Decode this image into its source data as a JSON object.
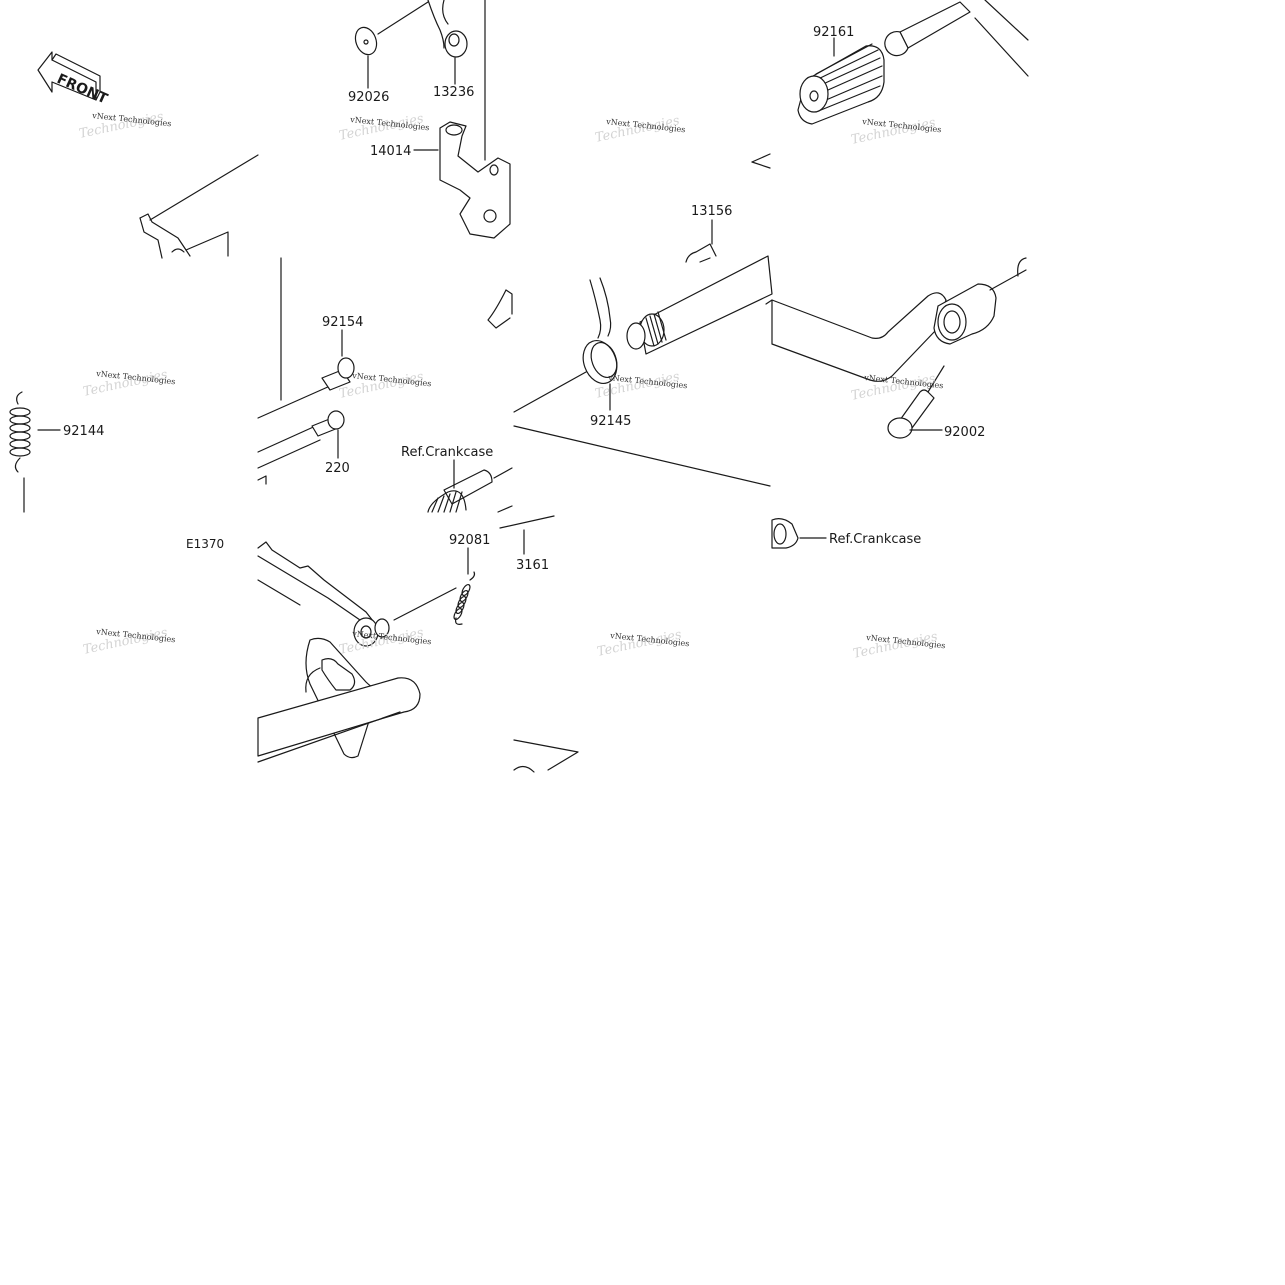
{
  "diagram": {
    "front_marker": "FRONT",
    "figure_code": "E1370",
    "watermark": {
      "line1": "vNext Technologies",
      "line2": "Technologies"
    },
    "callouts": {
      "p92026": "92026",
      "p13236": "13236",
      "p14014": "14014",
      "p92161": "92161",
      "p13156": "13156",
      "p92154": "92154",
      "p92144": "92144",
      "p220": "220",
      "p92145": "92145",
      "p92002": "92002",
      "ref_crankcase_1": "Ref.Crankcase",
      "ref_crankcase_2": "Ref.Crankcase",
      "p92081": "92081",
      "p3161": "3161"
    }
  }
}
